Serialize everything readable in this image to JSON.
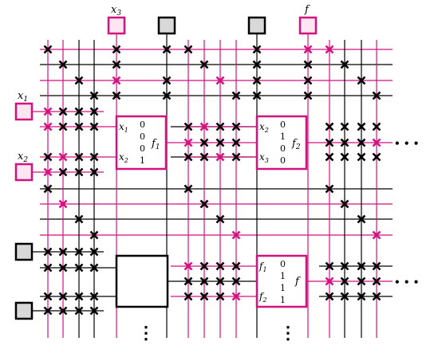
{
  "colors": {
    "magenta": "#d4127f",
    "black": "#000000",
    "pink_fill": "#fbe6f1",
    "gray_fill": "#d8d8d8",
    "white": "#ffffff"
  },
  "pins": {
    "top_x3": {
      "label": "x",
      "sub": "3"
    },
    "top_f": {
      "label": "f"
    },
    "left_x1": {
      "label": "x",
      "sub": "1"
    },
    "left_x2": {
      "label": "x",
      "sub": "2"
    }
  },
  "lut1": {
    "in_a": "x",
    "in_a_sub": "1",
    "in_b": "x",
    "in_b_sub": "2",
    "out": "f",
    "out_sub": "1",
    "truth": [
      "0",
      "0",
      "0",
      "1"
    ]
  },
  "lut2": {
    "in_a": "x",
    "in_a_sub": "2",
    "in_b": "x",
    "in_b_sub": "3",
    "out": "f",
    "out_sub": "2",
    "truth": [
      "0",
      "1",
      "0",
      "0"
    ]
  },
  "lut3": {
    "in_a": "f",
    "in_a_sub": "1",
    "in_b": "f",
    "in_b_sub": "2",
    "out": "f",
    "truth": [
      "0",
      "1",
      "1",
      "1"
    ]
  },
  "continuation": {
    "right": "• • •",
    "down": "⋮"
  }
}
